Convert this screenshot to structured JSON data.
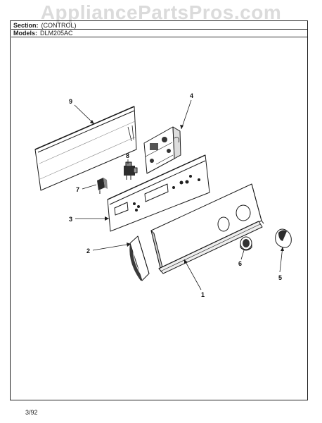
{
  "watermark": "AppliancePartsPros.com",
  "header": {
    "section_label": "Section:",
    "section_value": "(CONTROL)",
    "models_label": "Models:",
    "models_value": "DLM205AC"
  },
  "footer": {
    "date_code": "3/92"
  },
  "callouts": [
    "1",
    "2",
    "3",
    "4",
    "5",
    "6",
    "7",
    "8",
    "9"
  ]
}
